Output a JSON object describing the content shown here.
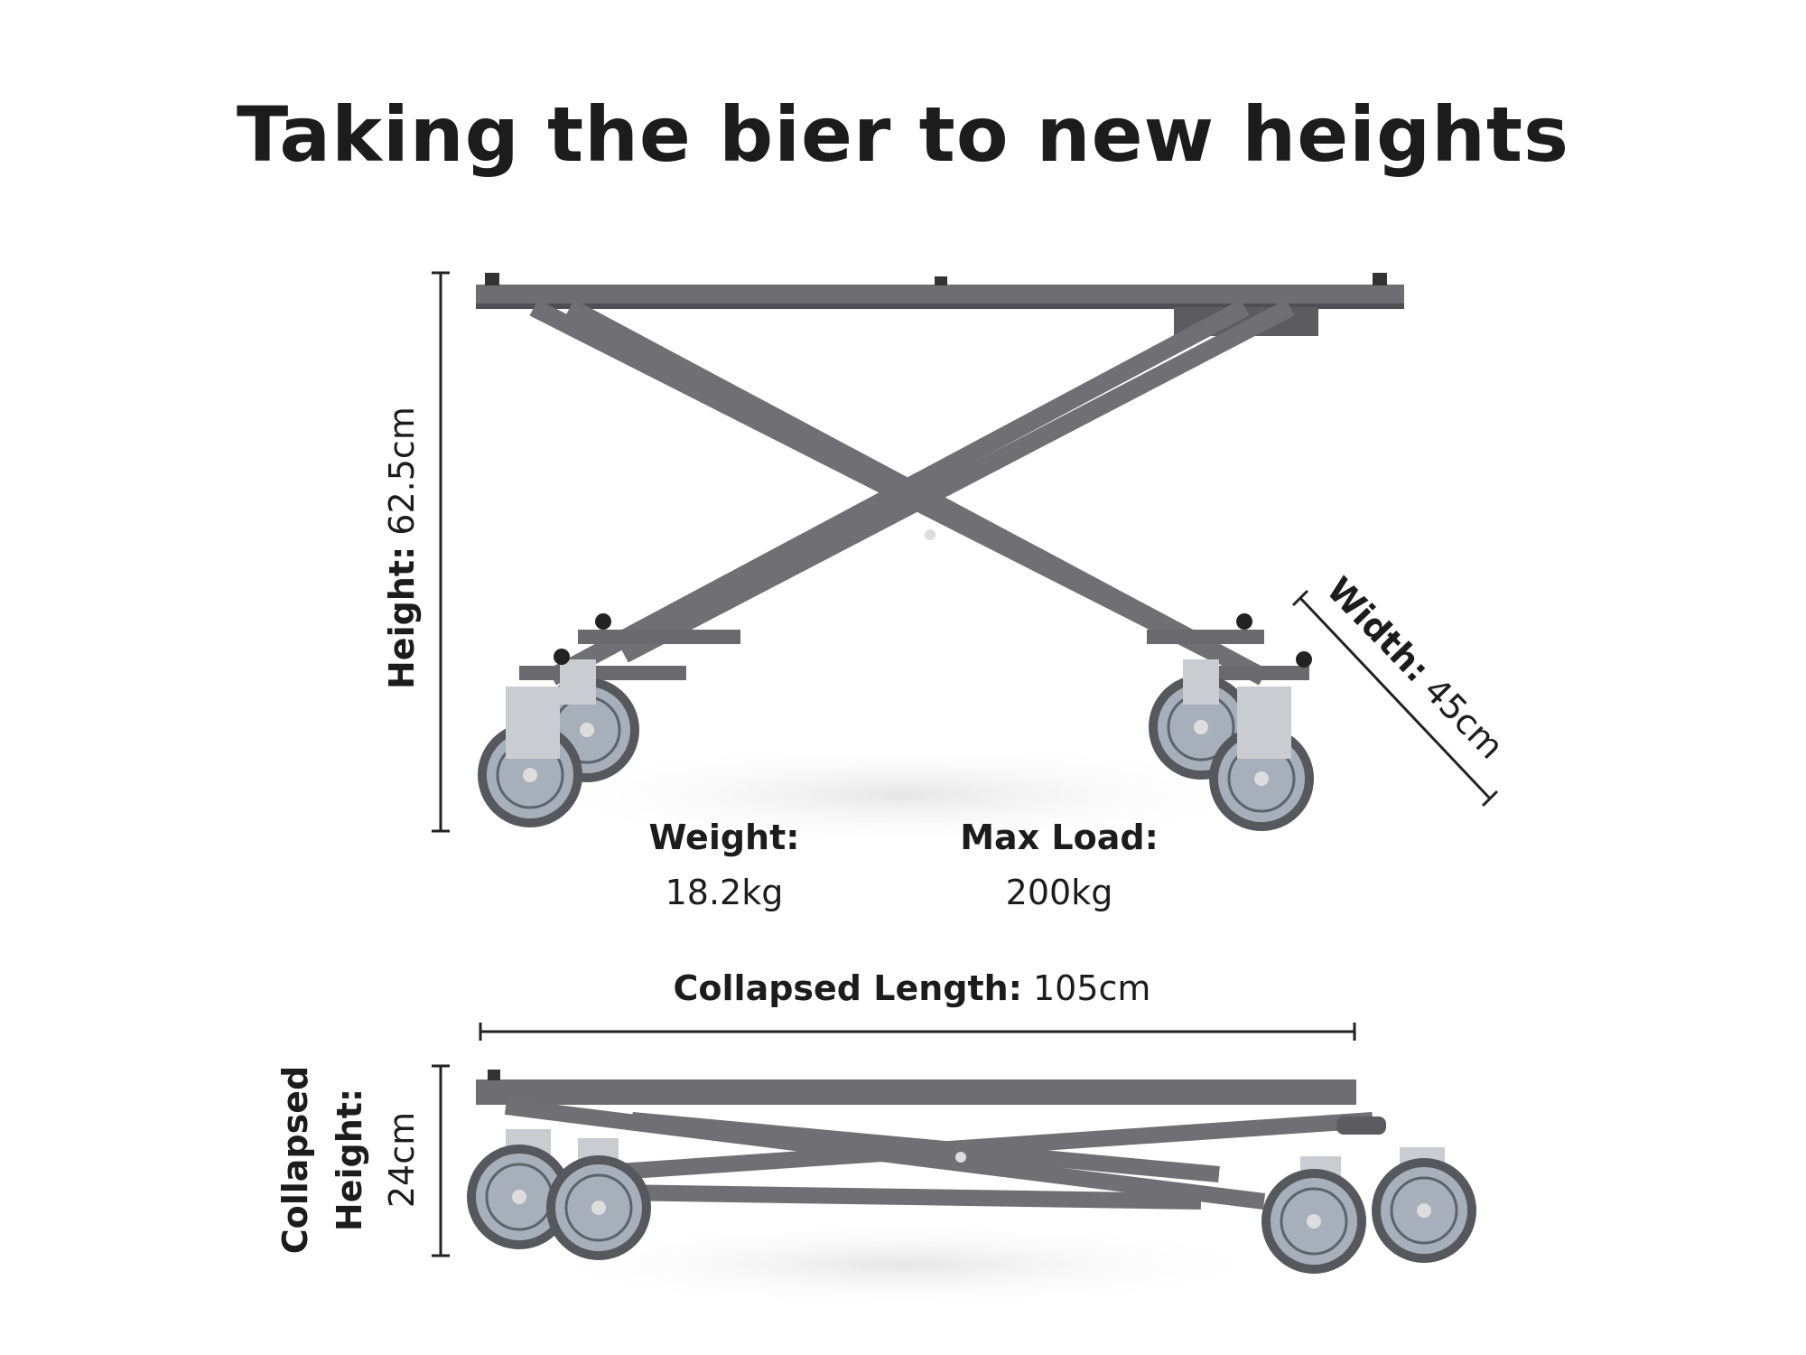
{
  "title": "Taking the bier to new heights",
  "dimensions": {
    "height": {
      "label": "Height:",
      "value": "62.5cm"
    },
    "width": {
      "label": "Width:",
      "value": "45cm"
    },
    "collapsed_length": {
      "label": "Collapsed Length:",
      "value": "105cm"
    },
    "collapsed_height": {
      "label_line1": "Collapsed",
      "label_line2": "Height:",
      "value": "24cm"
    }
  },
  "specs": {
    "weight": {
      "label": "Weight:",
      "value": "18.2kg"
    },
    "max_load": {
      "label": "Max Load:",
      "value": "200kg"
    }
  },
  "colors": {
    "frame": "#6e6e72",
    "frame_dark": "#4f4f53",
    "text": "#1c1c1c",
    "wheel": "#7d8792"
  }
}
